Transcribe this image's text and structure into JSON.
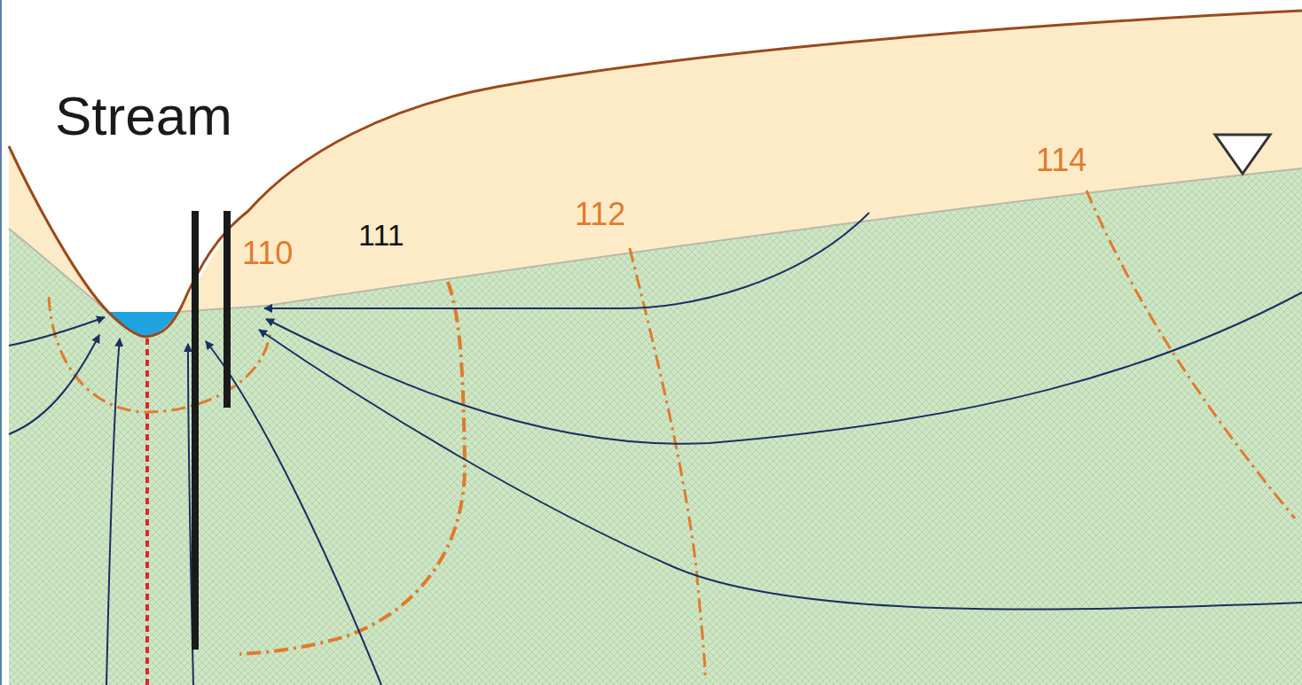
{
  "diagram": {
    "labels": [
      "Stream",
      "110",
      "111",
      "112",
      "114"
    ]
  }
}
